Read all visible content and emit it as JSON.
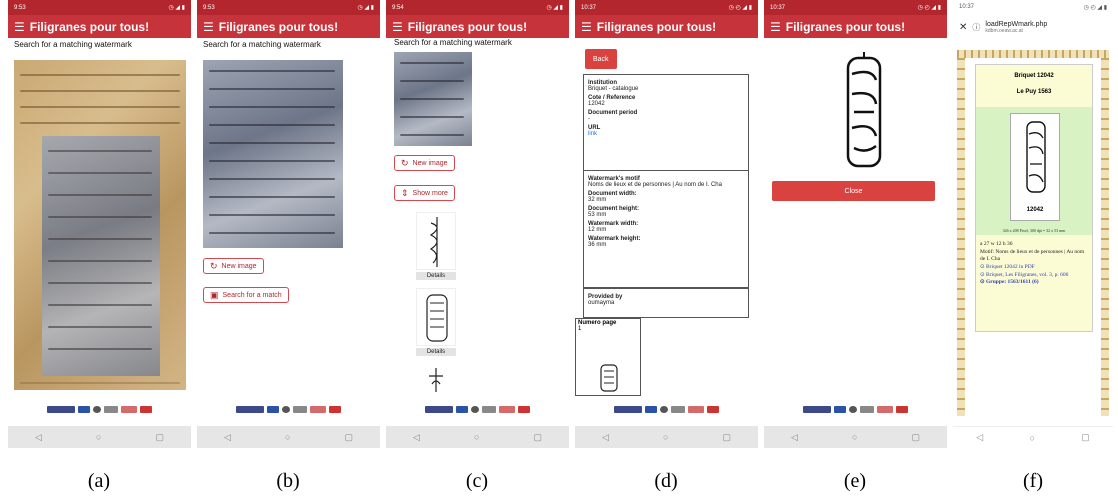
{
  "app": {
    "title": "Filigranes pour tous!",
    "heading": "Search for a matching watermark",
    "back_label": "Back",
    "close_label": "Close",
    "new_image_label": "New image",
    "search_match_label": "Search for a match",
    "show_more_label": "Show more",
    "details_label": "Details"
  },
  "status_times": [
    "9:53",
    "9:53",
    "9:54",
    "10:37",
    "10:37",
    "10:37"
  ],
  "captions": [
    "(a)",
    "(b)",
    "(c)",
    "(d)",
    "(e)",
    "(f)"
  ],
  "details": {
    "institution_label": "Institution",
    "institution_value": "Briquet - catalogue",
    "cote_label": "Cote / Reference",
    "cote_value": "12042",
    "period_label": "Document period",
    "period_value": "-",
    "url_label": "URL",
    "url_value": "link",
    "motif_label": "Watermark's motif",
    "motif_value": "Noms de lieux et de personnes | Au nom de I. Cha",
    "doc_width_label": "Document width:",
    "doc_width_value": "32 mm",
    "doc_height_label": "Document height:",
    "doc_height_value": "53 mm",
    "wm_width_label": "Watermark width:",
    "wm_width_value": "12 mm",
    "wm_height_label": "Watermark height:",
    "wm_height_value": "36 mm",
    "provided_label": "Provided by",
    "provided_value": "oumayma",
    "numero_label": "Numero page",
    "numero_value": "1"
  },
  "browser": {
    "url_title": "loadRepWmark.php",
    "url_host": "kdbm.oeaw.ac.at",
    "card_title": "Briquet 12042",
    "card_subtitle": "Le Puy 1563",
    "img_number": "12042",
    "img_info": "326 x 208 Pixel, 300 dpi = 32 x 53 mm",
    "dims": "a 27  w 12  h 36",
    "motif": "Motif: Noms de lieux et de personnes | Au nom de I. Cha",
    "link1": "Briquet 12042 in PDF",
    "link2": "Briquet, Les Filigranes, vol. 3, p. 606",
    "link3": "Gruppe: 1563/1611 (6)"
  },
  "colors": {
    "appbar": "#c7333a",
    "statusbar": "#b3262d",
    "accent": "#d9423f"
  }
}
